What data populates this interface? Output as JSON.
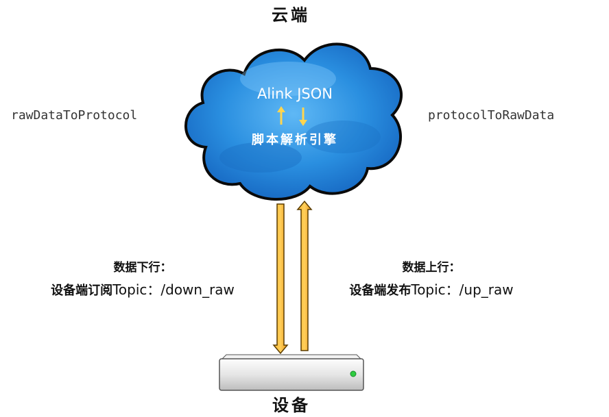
{
  "cloud": {
    "title": "云端",
    "engine_line1": "Alink JSON",
    "engine_line2": "脚本解析引擎",
    "color": "#1e88e5"
  },
  "functions": {
    "left": "rawDataToProtocol",
    "right": "protocolToRawData"
  },
  "downlink": {
    "heading": "数据下行：",
    "topic_prefix": "设备端订阅",
    "topic": "Topic：/down_raw"
  },
  "uplink": {
    "heading": "数据上行：",
    "topic_prefix": "设备端发布",
    "topic": "Topic：/up_raw"
  },
  "device": {
    "title": "设备",
    "icon": "server-device-icon",
    "led_color": "#2ecc40"
  },
  "colors": {
    "arrow_fill": "#f5a623",
    "arrow_stroke": "#b36b00",
    "small_arrow": "#ffd54f"
  }
}
